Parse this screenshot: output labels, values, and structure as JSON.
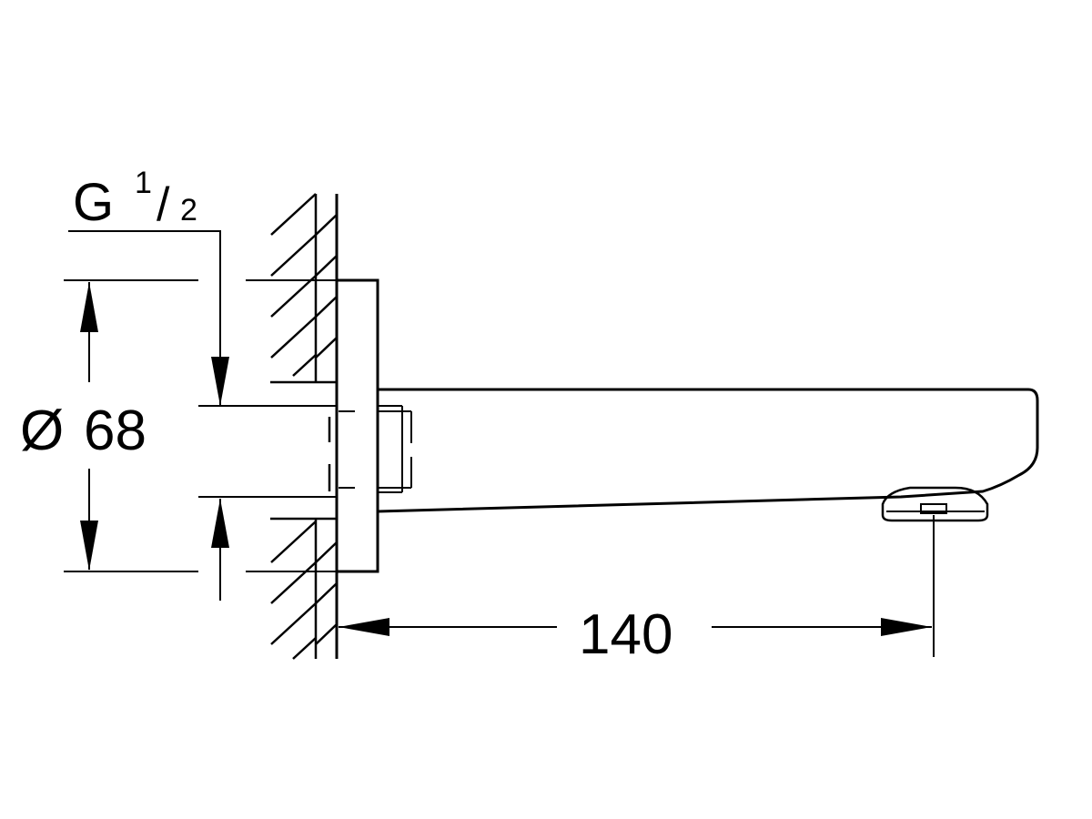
{
  "drawing": {
    "thread": {
      "letter": "G",
      "numerator": "1",
      "slash": "/",
      "denominator": "2"
    },
    "diameter": {
      "symbol": "Ø",
      "value": "68"
    },
    "projection": {
      "value": "140"
    },
    "colors": {
      "line": "#000000",
      "background": "#ffffff"
    }
  }
}
